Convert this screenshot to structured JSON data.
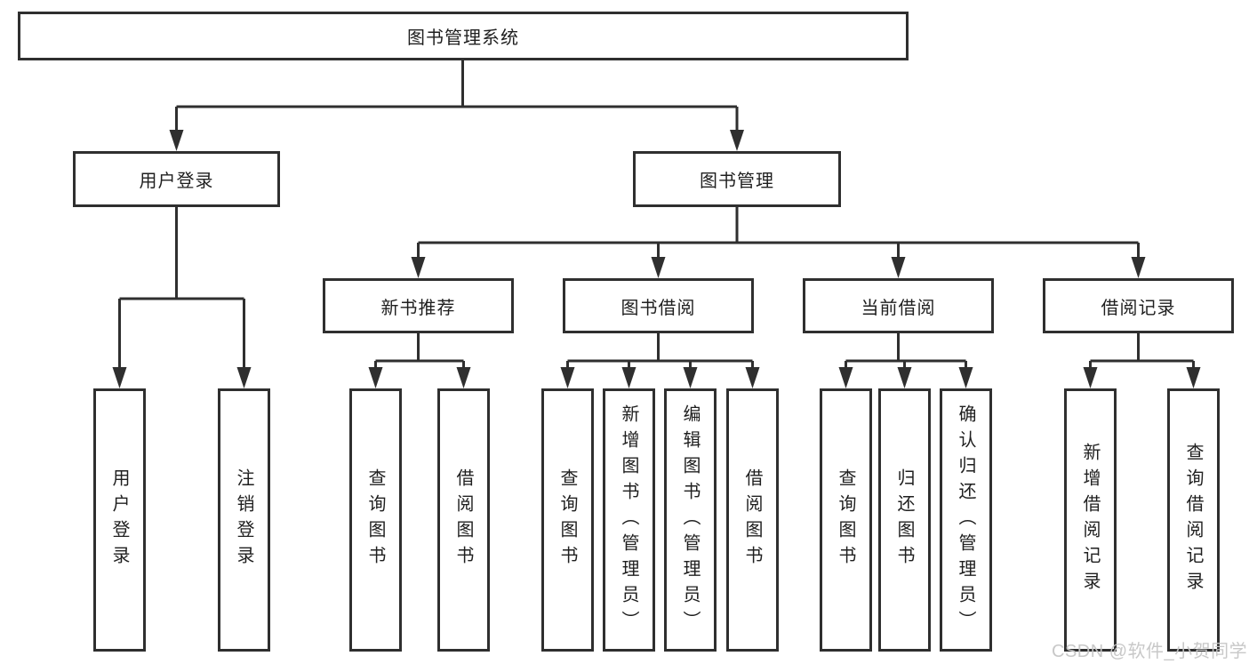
{
  "colors": {
    "line": "#2f2f2f",
    "box_border": "#2f2f2f",
    "text": "#1f1f1f",
    "background": "#ffffff",
    "watermark": "#c5c5c5"
  },
  "watermark": "CSDN @软件_小贺同学",
  "tree": {
    "root": {
      "label": "图书管理系统"
    },
    "branches": [
      {
        "label": "用户登录",
        "children": [
          {
            "label": "用户登录"
          },
          {
            "label": "注销登录"
          }
        ]
      },
      {
        "label": "图书管理",
        "children": [
          {
            "label": "新书推荐",
            "children": [
              {
                "label": "查询图书"
              },
              {
                "label": "借阅图书"
              }
            ]
          },
          {
            "label": "图书借阅",
            "children": [
              {
                "label": "查询图书"
              },
              {
                "label": "新增图书（管理员）"
              },
              {
                "label": "编辑图书（管理员）"
              },
              {
                "label": "借阅图书"
              }
            ]
          },
          {
            "label": "当前借阅",
            "children": [
              {
                "label": "查询图书"
              },
              {
                "label": "归还图书"
              },
              {
                "label": "确认归还（管理员）"
              }
            ]
          },
          {
            "label": "借阅记录",
            "children": [
              {
                "label": "新增借阅记录"
              },
              {
                "label": "查询借阅记录"
              }
            ]
          }
        ]
      }
    ]
  }
}
